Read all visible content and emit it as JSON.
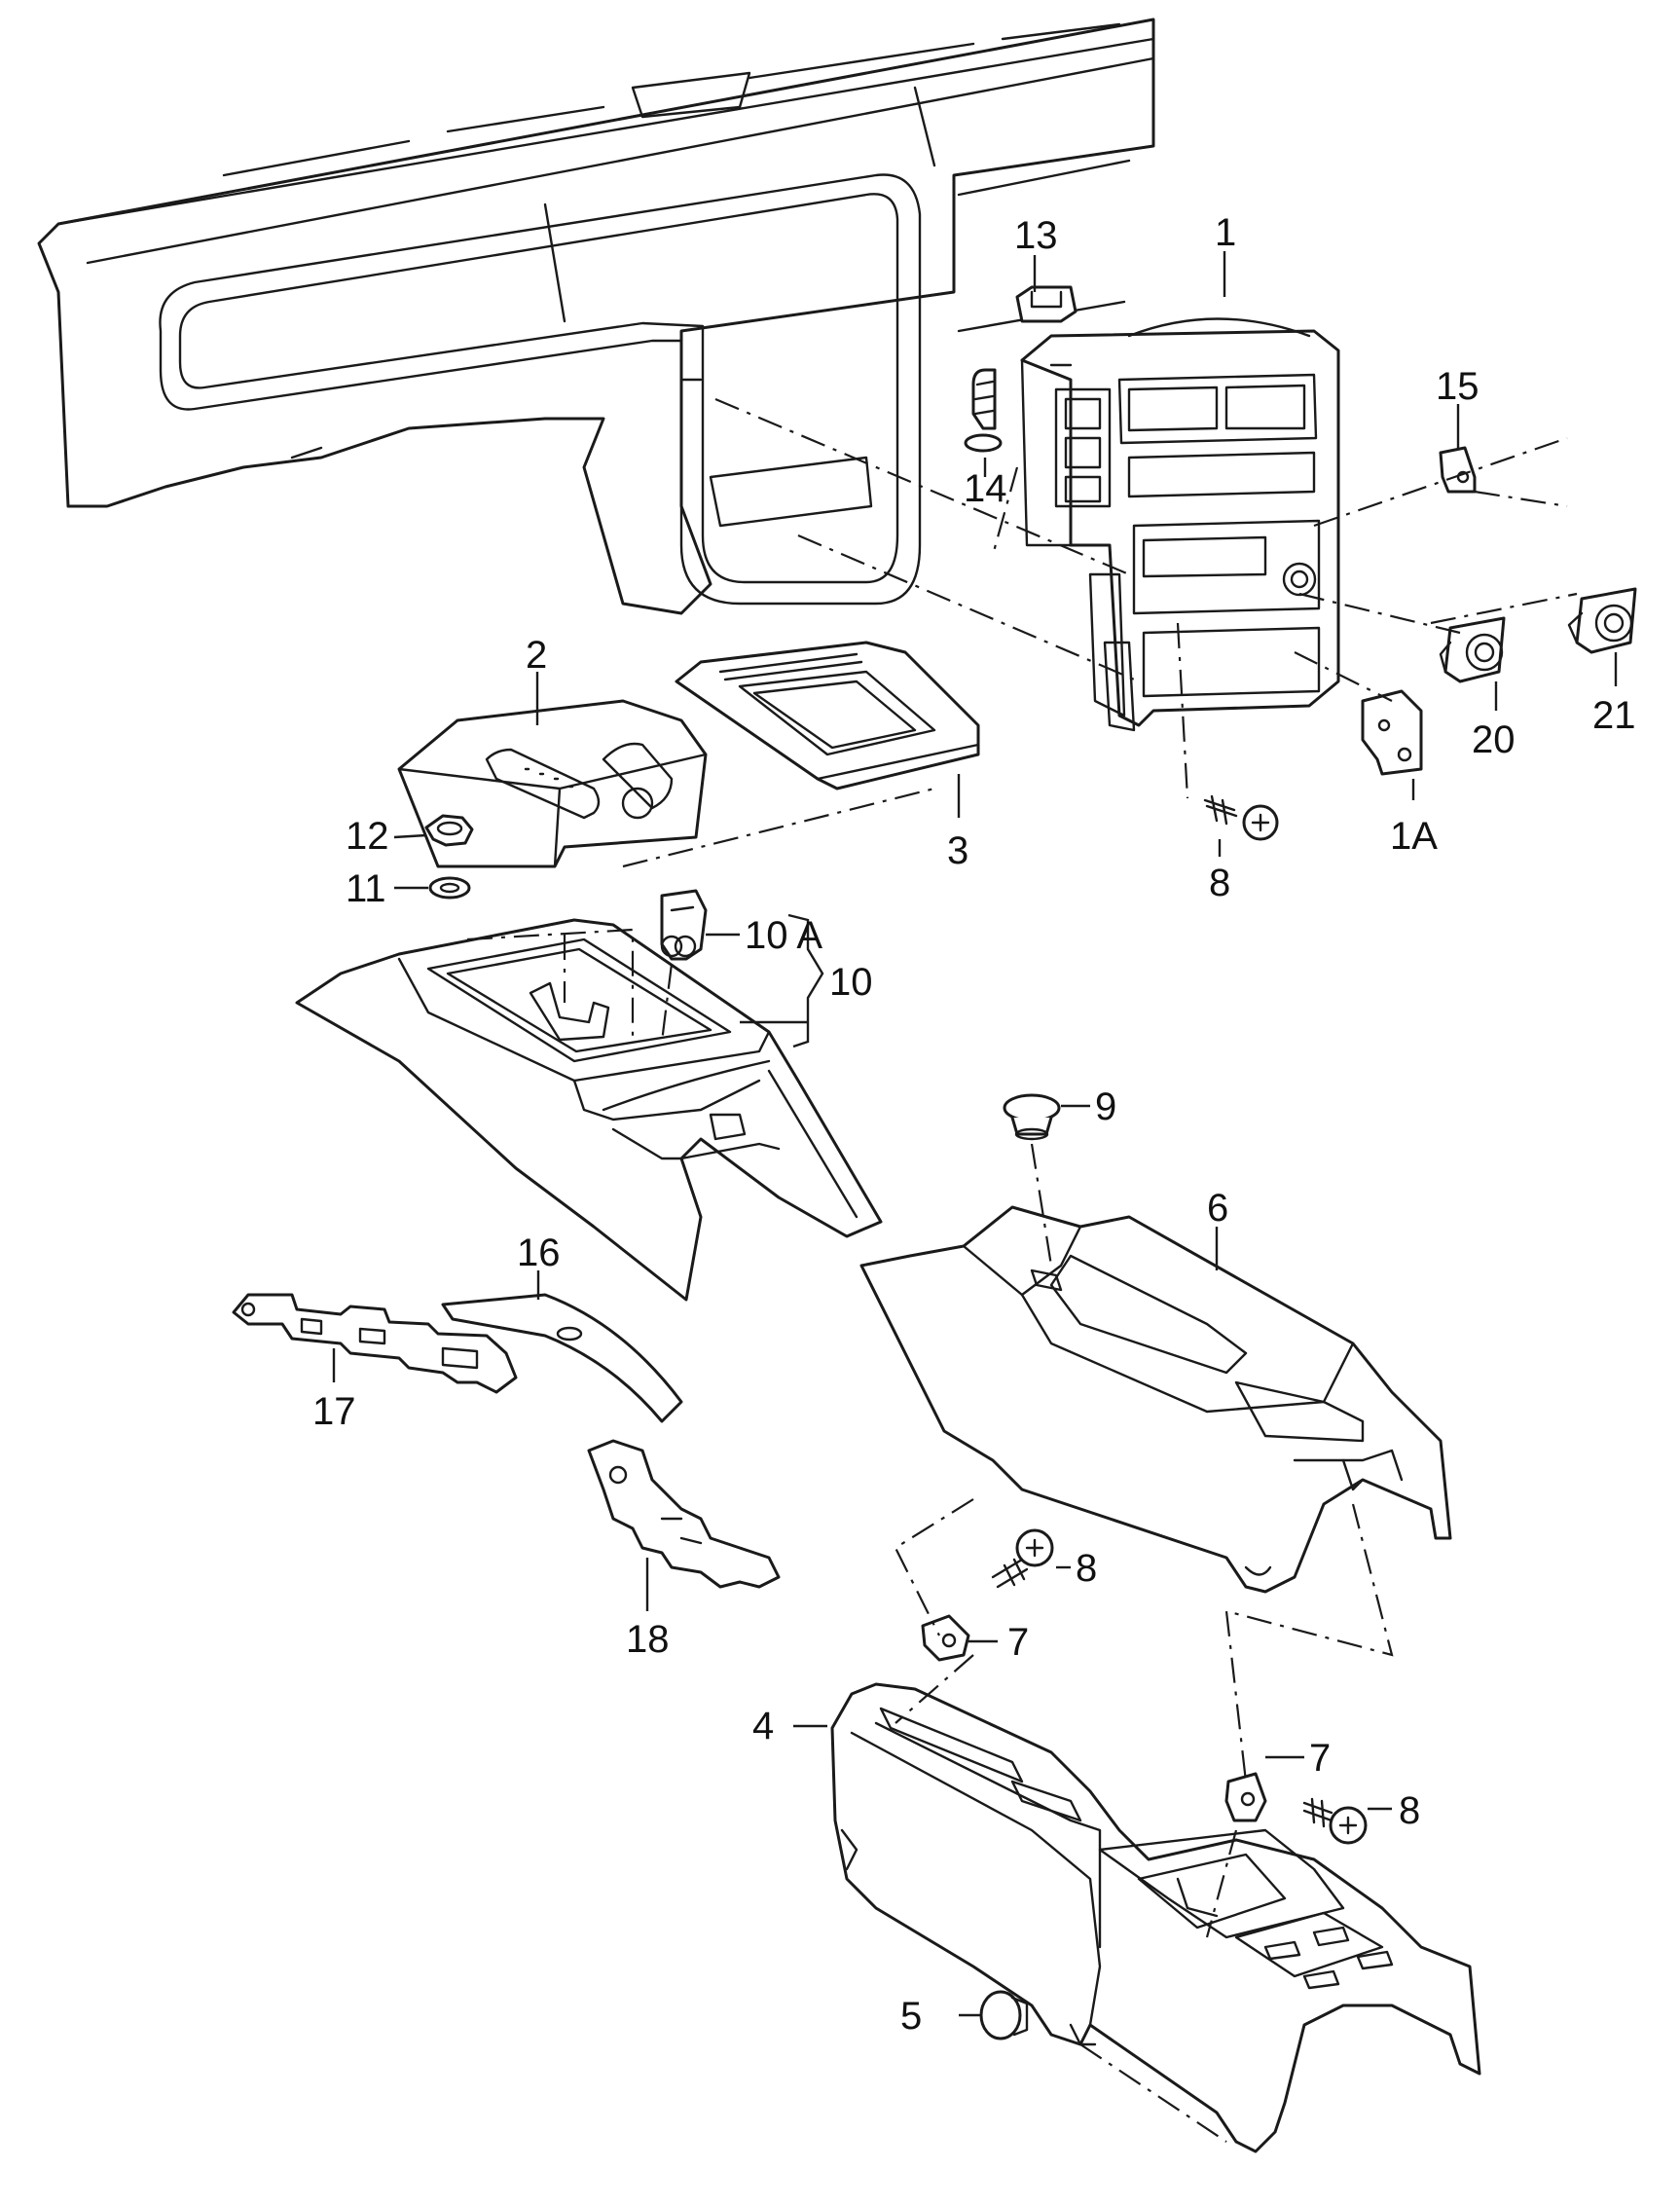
{
  "colors": {
    "line": "#1a1a1a",
    "background": "#ffffff"
  },
  "callouts": [
    {
      "id": "c1",
      "label": "1"
    },
    {
      "id": "c1a",
      "label": "1A"
    },
    {
      "id": "c2",
      "label": "2"
    },
    {
      "id": "c3",
      "label": "3"
    },
    {
      "id": "c4",
      "label": "4"
    },
    {
      "id": "c5",
      "label": "5"
    },
    {
      "id": "c6",
      "label": "6"
    },
    {
      "id": "c7a",
      "label": "7"
    },
    {
      "id": "c7b",
      "label": "7"
    },
    {
      "id": "c8a",
      "label": "8"
    },
    {
      "id": "c8b",
      "label": "8"
    },
    {
      "id": "c8c",
      "label": "8"
    },
    {
      "id": "c9",
      "label": "9"
    },
    {
      "id": "c10",
      "label": "10"
    },
    {
      "id": "c10a",
      "label": "10 A"
    },
    {
      "id": "c11",
      "label": "11"
    },
    {
      "id": "c12",
      "label": "12"
    },
    {
      "id": "c13",
      "label": "13"
    },
    {
      "id": "c14",
      "label": "14"
    },
    {
      "id": "c15",
      "label": "15"
    },
    {
      "id": "c16",
      "label": "16"
    },
    {
      "id": "c17",
      "label": "17"
    },
    {
      "id": "c18",
      "label": "18"
    },
    {
      "id": "c20",
      "label": "20"
    },
    {
      "id": "c21",
      "label": "21"
    }
  ]
}
